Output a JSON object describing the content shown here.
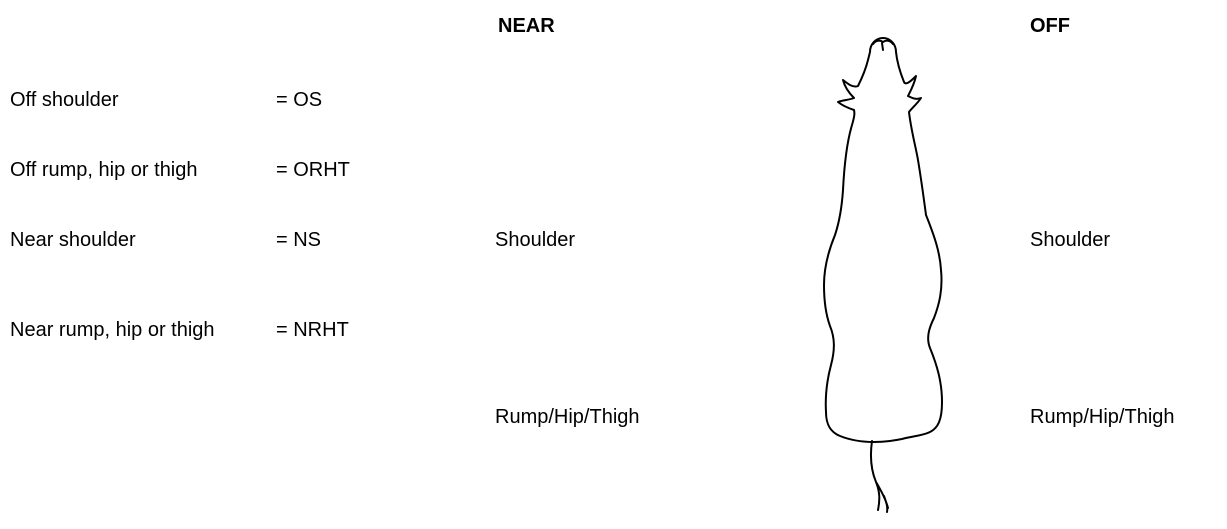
{
  "legend": [
    {
      "label": "Off shoulder",
      "code": "= OS"
    },
    {
      "label": "Off rump, hip or thigh",
      "code": "= ORHT"
    },
    {
      "label": "Near shoulder",
      "code": "= NS"
    },
    {
      "label": "Near rump, hip or thigh",
      "code": "= NRHT"
    }
  ],
  "diagram": {
    "near_heading": "NEAR",
    "off_heading": "OFF",
    "near_shoulder": "Shoulder",
    "off_shoulder": "Shoulder",
    "near_rump": "Rump/Hip/Thigh",
    "off_rump": "Rump/Hip/Thigh",
    "figure_icon": "animal-outline-top-view"
  }
}
